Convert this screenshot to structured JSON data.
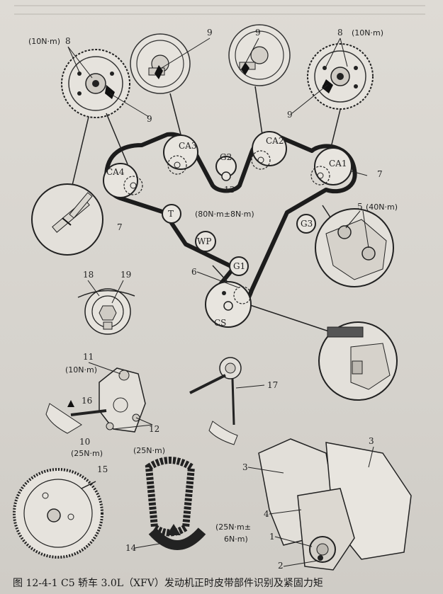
{
  "caption": "图 12-4-1  C5 轿车 3.0L（XFV）发动机正时皮带部件识别及紧固力矩",
  "pulleys": {
    "ca1": "CA1",
    "ca2": "CA2",
    "ca3": "CA3",
    "ca4": "CA4",
    "g1": "G1",
    "g2": "G2",
    "g3": "G3",
    "t": "T",
    "wp": "WP",
    "cs": "CS"
  },
  "torques": {
    "t_8_left": "(10N·m)",
    "t_8_right": "(10N·m)",
    "t_13": "(80N·m±8N·m)",
    "t_5": "(40N·m)",
    "t_11": "(10N·m)",
    "t_10": "(25N·m)",
    "t_12": "(25N·m)",
    "t_1_line1": "(25N·m±",
    "t_1_line2": "6N·m)"
  },
  "callouts": {
    "n1": "1",
    "n2": "2",
    "n3a": "3",
    "n3b": "3",
    "n4": "4",
    "n5": "5",
    "n6": "6",
    "n7a": "7",
    "n7b": "7",
    "n8a": "8",
    "n8b": "8",
    "n9a": "9",
    "n9b": "9",
    "n9c": "9",
    "n9d": "9",
    "n10": "10",
    "n11": "11",
    "n12": "12",
    "n13": "13",
    "n14": "14",
    "n15": "15",
    "n16": "16",
    "n17": "17",
    "n18": "18",
    "n19": "19"
  }
}
